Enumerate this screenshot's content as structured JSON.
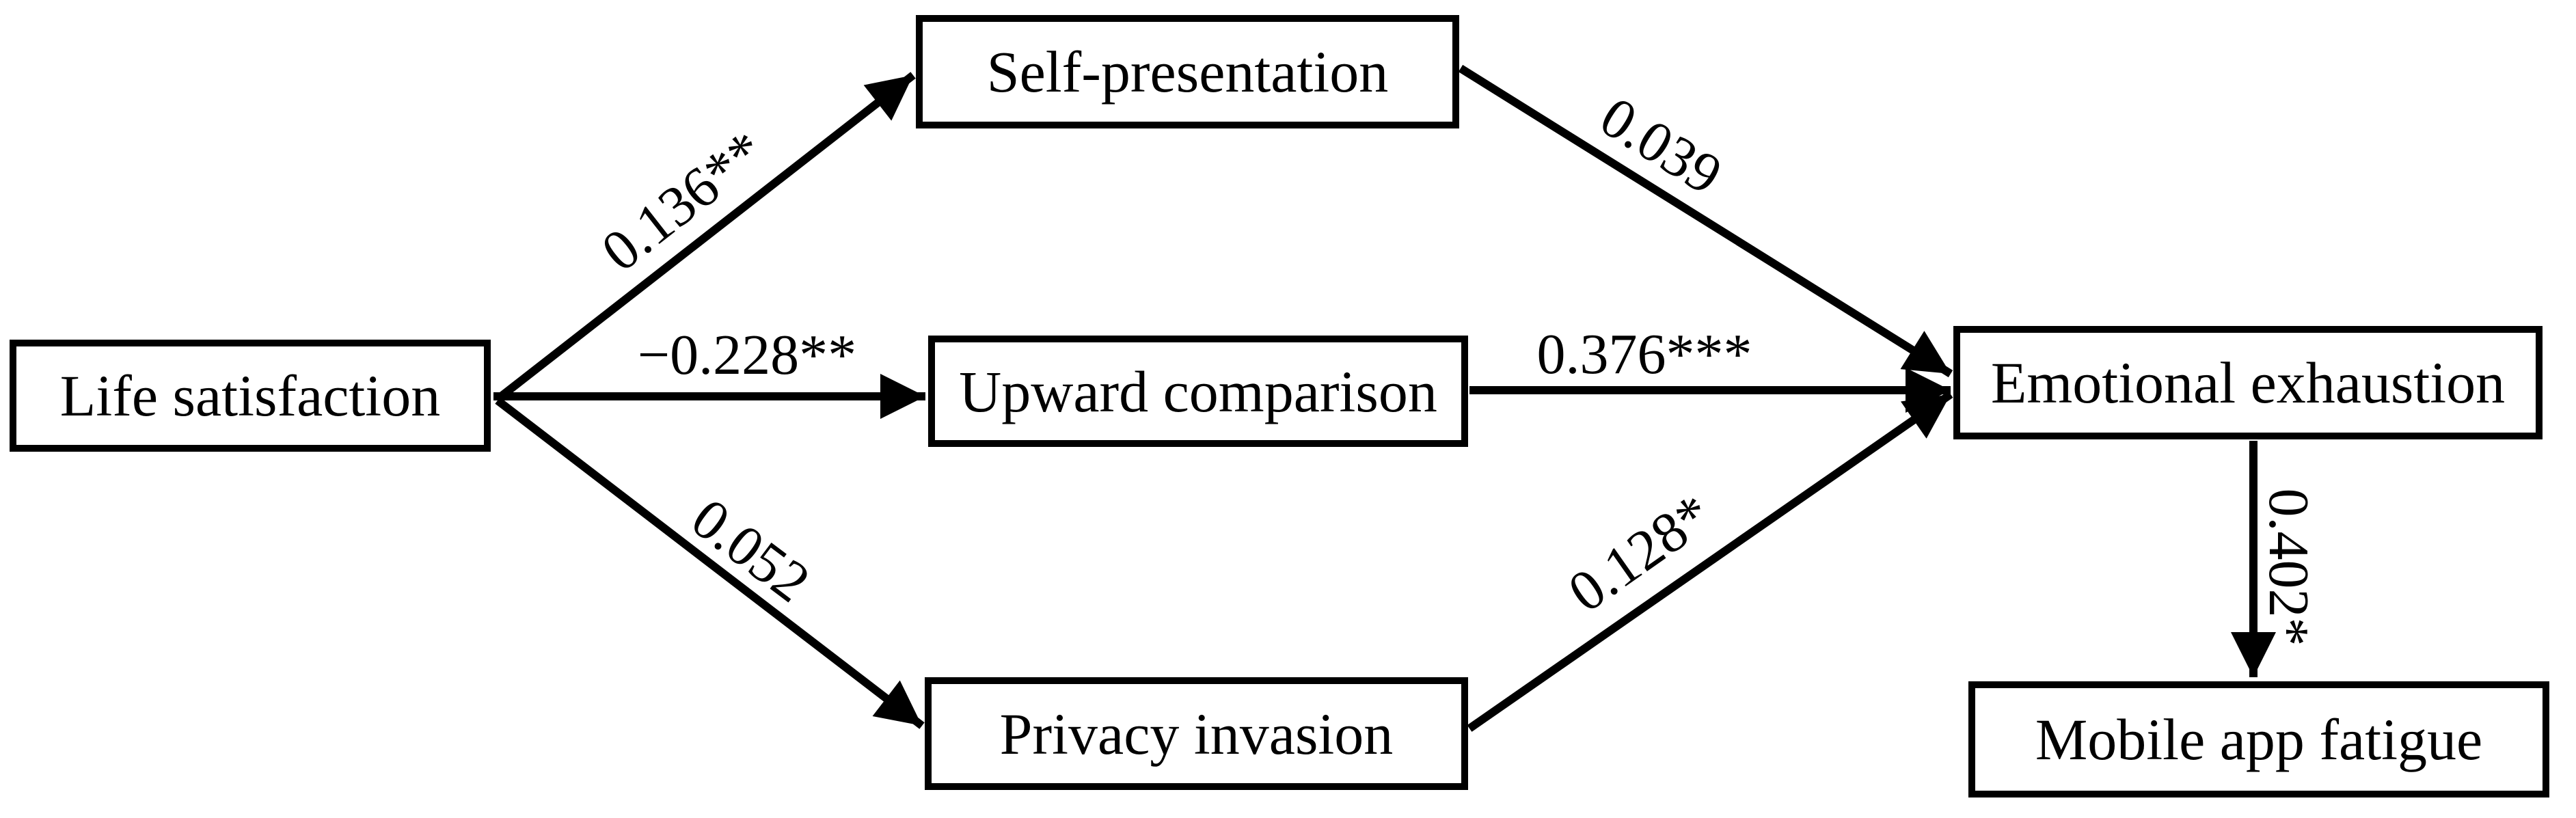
{
  "colors": {
    "line": "#000000",
    "box_border": "#000000",
    "box_fill": "#ffffff",
    "text": "#000000",
    "background": "#ffffff"
  },
  "nodes": {
    "life_satisfaction": {
      "label": "Life satisfaction"
    },
    "self_presentation": {
      "label": "Self-presentation"
    },
    "upward_comparison": {
      "label": "Upward comparison"
    },
    "privacy_invasion": {
      "label": "Privacy invasion"
    },
    "emotional_exhaustion": {
      "label": "Emotional exhaustion"
    },
    "mobile_app_fatigue": {
      "label": "Mobile app fatigue"
    }
  },
  "edges": {
    "ls_sp": {
      "from": "Life satisfaction",
      "to": "Self-presentation",
      "label": "0.136**"
    },
    "ls_uc": {
      "from": "Life satisfaction",
      "to": "Upward comparison",
      "label": "−0.228**"
    },
    "ls_pi": {
      "from": "Life satisfaction",
      "to": "Privacy invasion",
      "label": "0.052"
    },
    "sp_ee": {
      "from": "Self-presentation",
      "to": "Emotional exhaustion",
      "label": "0.039"
    },
    "uc_ee": {
      "from": "Upward comparison",
      "to": "Emotional exhaustion",
      "label": "0.376***"
    },
    "pi_ee": {
      "from": "Privacy invasion",
      "to": "Emotional exhaustion",
      "label": "0.128*"
    },
    "ee_maf": {
      "from": "Emotional exhaustion",
      "to": "Mobile app fatigue",
      "label": "0.402*"
    }
  }
}
